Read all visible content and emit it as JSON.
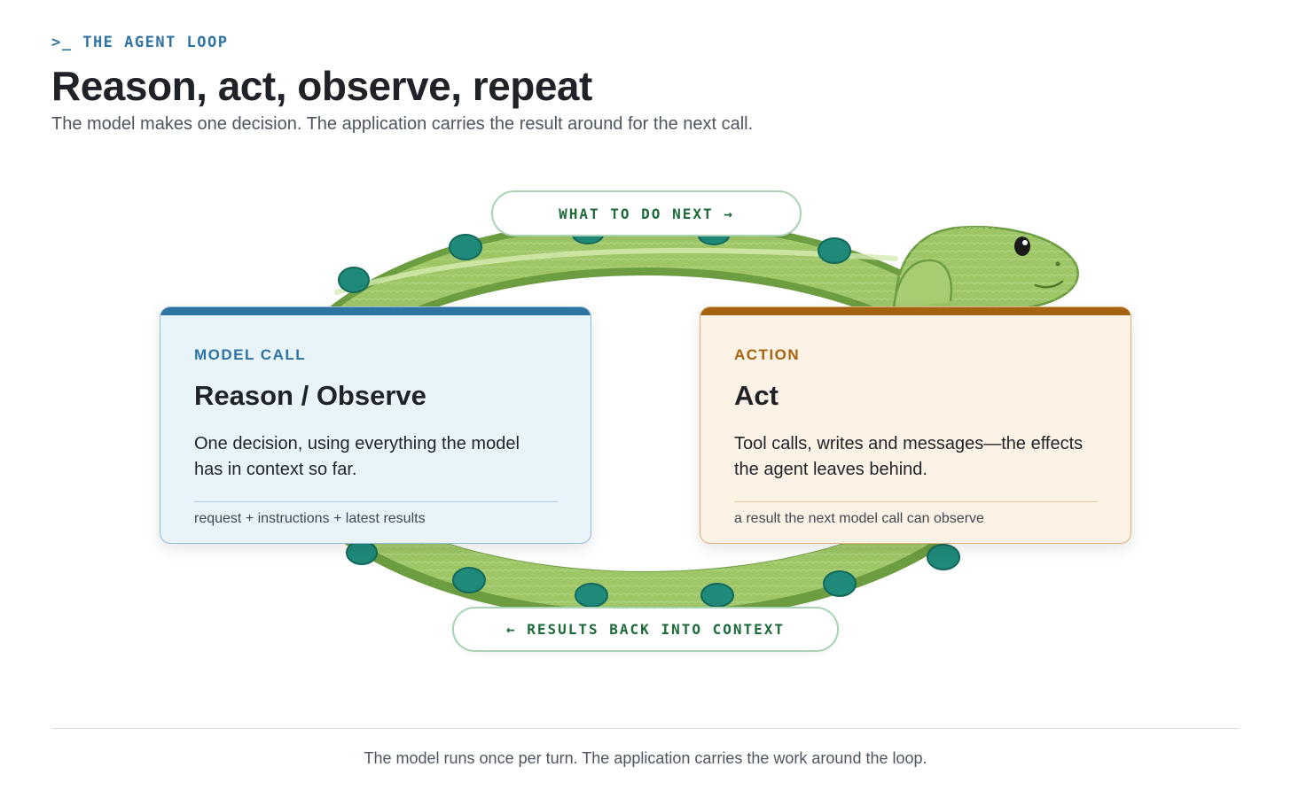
{
  "header": {
    "eyebrow": ">_ THE AGENT LOOP",
    "title": "Reason, act, observe, repeat",
    "subtitle": "The model makes one decision. The application carries the result around for the next call."
  },
  "diagram": {
    "top_label": "WHAT TO DO NEXT →",
    "bottom_label": "← RESULTS BACK INTO CONTEXT",
    "cards": [
      {
        "kicker": "MODEL CALL",
        "heading": "Reason / Observe",
        "body": "One decision, using everything the model has in context so far.",
        "footnote": "request + instructions + latest results",
        "accent": "#2f73a3"
      },
      {
        "kicker": "ACTION",
        "heading": "Act",
        "body": "Tool calls, writes and messages—the effects the agent leaves behind.",
        "footnote": "a result the next model call can observe",
        "accent": "#a5620f"
      }
    ],
    "snake": {
      "body_color": "#9ec667",
      "spot_color": "#1f8a7a",
      "edge_color": "#6c9d40"
    }
  },
  "footer": {
    "caption": "The model runs once per turn. The application carries the work around the loop."
  }
}
